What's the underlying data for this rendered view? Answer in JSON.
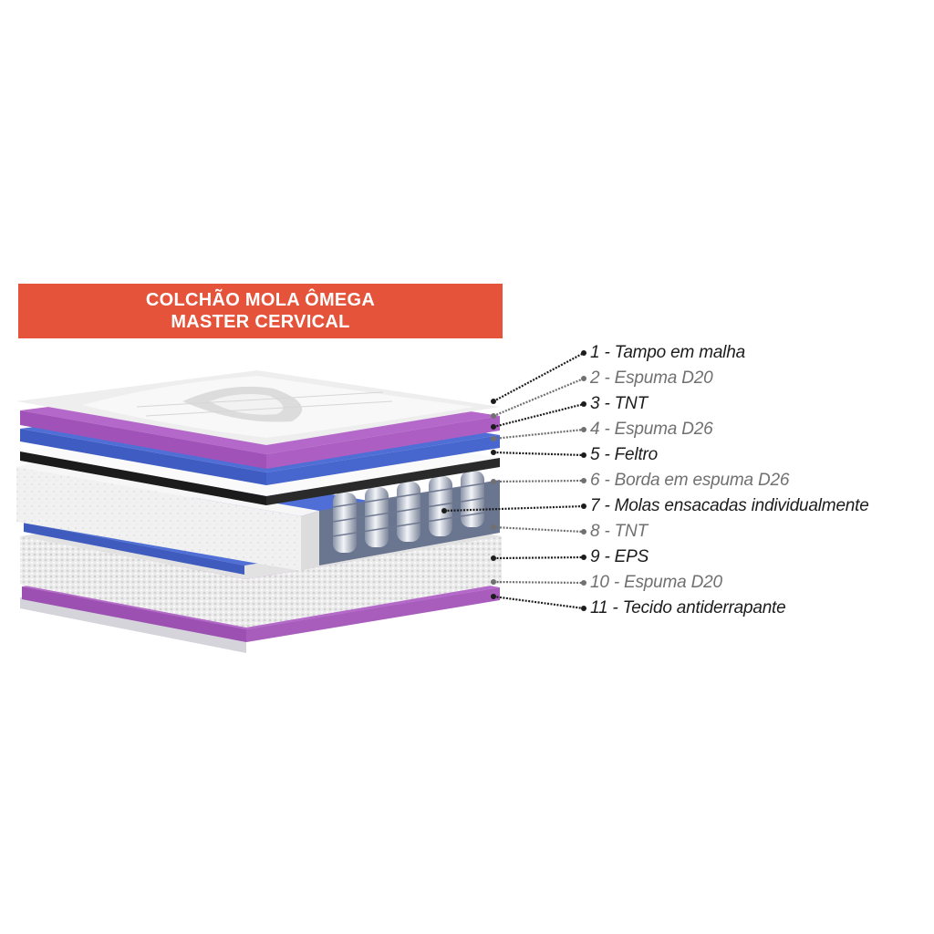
{
  "title": {
    "line1": "COLCHÃO MOLA ÔMEGA",
    "line2": "MASTER CERVICAL"
  },
  "layers": [
    {
      "label": "1 - Tampo em malha",
      "tone": "dark"
    },
    {
      "label": "2 - Espuma D20",
      "tone": "gray"
    },
    {
      "label": "3 - TNT",
      "tone": "dark"
    },
    {
      "label": "4 - Espuma D26",
      "tone": "gray"
    },
    {
      "label": "5 - Feltro",
      "tone": "dark"
    },
    {
      "label": "6 - Borda em espuma D26",
      "tone": "gray"
    },
    {
      "label": "7 - Molas ensacadas individualmente",
      "tone": "dark"
    },
    {
      "label": "8 - TNT",
      "tone": "gray"
    },
    {
      "label": "9 - EPS",
      "tone": "dark"
    },
    {
      "label": "10 - Espuma D20",
      "tone": "gray"
    },
    {
      "label": "11 - Tecido antiderrapante",
      "tone": "dark"
    }
  ],
  "colors": {
    "banner": "#e4533a",
    "purple": "#b468c9",
    "blue": "#4f6fd6",
    "dark_text": "#1c1c1c",
    "gray_text": "#707070"
  }
}
